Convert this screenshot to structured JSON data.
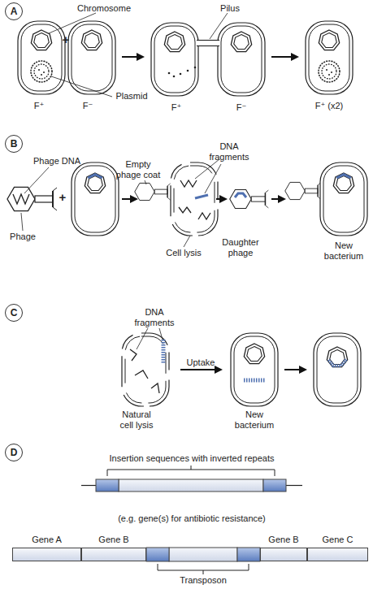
{
  "diagram": {
    "nodes": [
      {
        "text": [
          "A"
        ]
      },
      {
        "text": [
          "B"
        ]
      },
      {
        "text": [
          "C"
        ]
      },
      {
        "text": [
          "D"
        ]
      },
      {
        "text": [
          "Gene A"
        ]
      },
      {
        "text": [
          "Gene B"
        ]
      },
      {
        "text": [
          "Gene B"
        ]
      },
      {
        "text": [
          "Gene C"
        ]
      }
    ],
    "labels": [
      "Chromosome",
      "Plasmid",
      "Pilus",
      "+",
      "F⁺",
      "F⁻",
      "F⁺",
      "F⁻",
      "F⁺ (x2)",
      "Phage DNA",
      "Phage",
      "+",
      "Empty phage coat",
      "DNA fragments",
      "Cell lysis",
      "Daughter phage",
      "New bacterium",
      "DNA fragments",
      "Natural cell lysis",
      "Uptake",
      "New bacterium",
      "Insertion sequences with inverted repeats",
      "(e.g. gene(s) for antibiotic resistance)",
      "Transposon"
    ]
  }
}
